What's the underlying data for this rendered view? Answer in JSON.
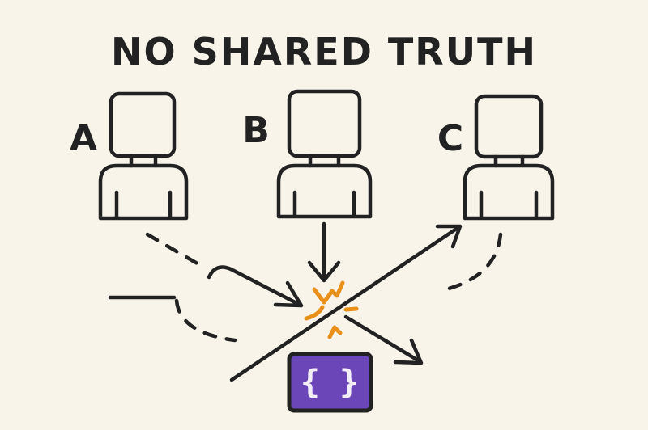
{
  "title": "NO SHARED TRUTH",
  "people": [
    {
      "label": "A"
    },
    {
      "label": "B"
    },
    {
      "label": "C"
    }
  ],
  "data_box": {
    "glyph": "{ }",
    "icon": "code-braces-icon"
  },
  "colors": {
    "background": "#f8f4ea",
    "ink": "#222222",
    "conflict": "#e8901a",
    "data_box": "#6b46b8"
  }
}
